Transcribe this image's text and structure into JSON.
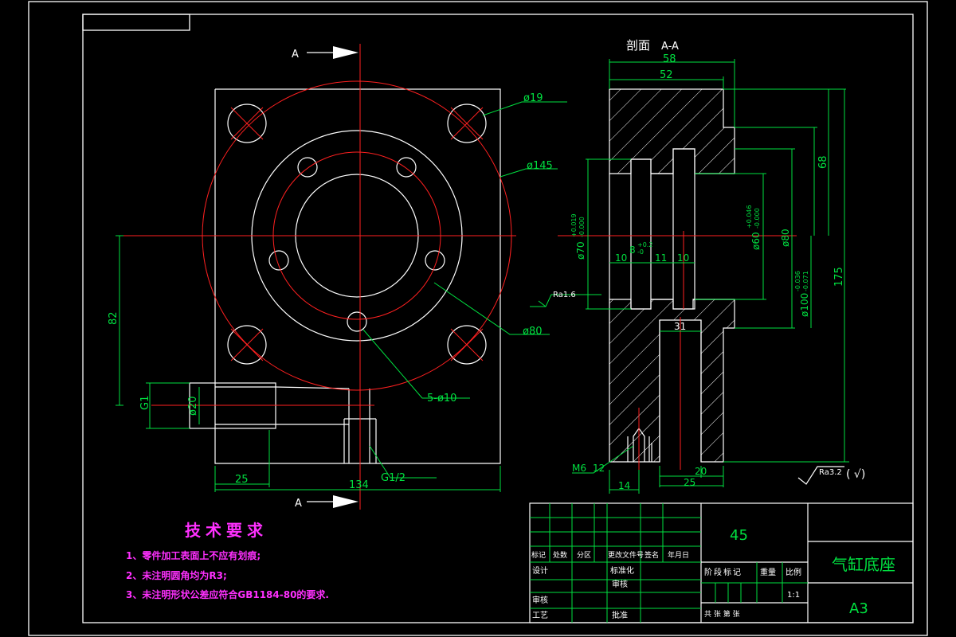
{
  "colors": {
    "background": "#000000",
    "outline": "#ffffff",
    "dimension": "#00e040",
    "centerline": "#ff2020",
    "note": "#ff30ff"
  },
  "front_view": {
    "section_marker_top": "A",
    "section_marker_bottom": "A",
    "dims": {
      "bolt_hole": "ø19",
      "bolt_circle": "ø145",
      "pitch_circle": "ø80",
      "small_holes": "5-ø10",
      "height_82": "82",
      "port_g1": "G1",
      "port_dia": "ø20",
      "width_25": "25",
      "width_134": "134",
      "thread": "G1/2"
    }
  },
  "section_view": {
    "title": "剖面",
    "title_suffix": "A-A",
    "dims": {
      "w58": "58",
      "w52": "52",
      "h68": "68",
      "h175": "175",
      "d70": "ø70",
      "d70_tol_up": "+0.019",
      "d70_tol_low": "-0.000",
      "d8": "8",
      "d8_tol_up": "+0.2",
      "d8_tol_low": "-0",
      "d10a": "10",
      "d11": "11",
      "d10b": "10",
      "d60": "ø60",
      "d60_tol_up": "+0.046",
      "d60_tol_low": "-0.000",
      "d80": "ø80",
      "d100": "ø100",
      "d100_tol_up": "-0.036",
      "d100_tol_low": "-0.071",
      "d31": "31",
      "m6": "M6",
      "m6_depth": "12",
      "d14": "14",
      "d20": "20",
      "d25": "25"
    },
    "roughness_left": "Ra1.6",
    "roughness_general": "Ra3.2",
    "roughness_paren": "(  √)"
  },
  "tech_requirements": {
    "title": "技术要求",
    "items": [
      "1、零件加工表面上不应有划痕;",
      "2、未注明圆角均为R3;",
      "3、未注明形状公差应符合GB1184-80的要求."
    ]
  },
  "title_block": {
    "material": "45",
    "part_name": "气缸底座",
    "sheet_size": "A3",
    "scale": "1:1",
    "row_labels": [
      "标记",
      "处数",
      "分区",
      "更改文件号",
      "签名",
      "年月日"
    ],
    "design": "设计",
    "standardize": "标准化",
    "audit": "审核",
    "process": "工艺",
    "review": "审核",
    "approve": "批准",
    "stage_mark": "阶段标记",
    "weight": "重量",
    "scale_label": "比例",
    "sheets": "共   张   第   张"
  }
}
